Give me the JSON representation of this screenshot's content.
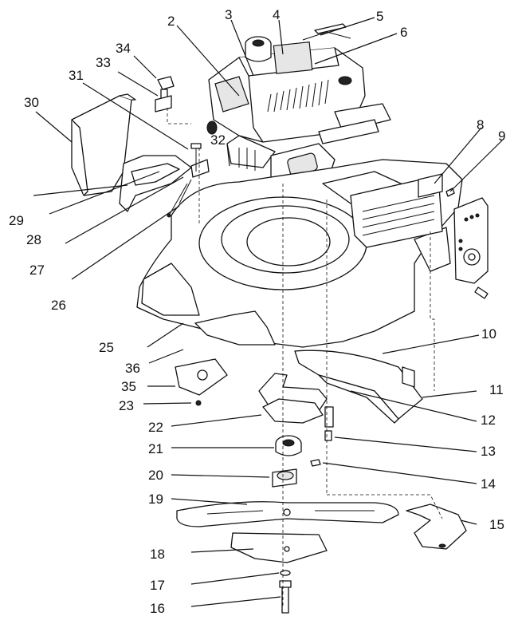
{
  "callouts": [
    {
      "id": "c2",
      "text": "2"
    },
    {
      "id": "c3",
      "text": "3"
    },
    {
      "id": "c4",
      "text": "4"
    },
    {
      "id": "c5",
      "text": "5"
    },
    {
      "id": "c6",
      "text": "6"
    },
    {
      "id": "c8",
      "text": "8"
    },
    {
      "id": "c9",
      "text": "9"
    },
    {
      "id": "c10",
      "text": "10"
    },
    {
      "id": "c11",
      "text": "11"
    },
    {
      "id": "c12",
      "text": "12"
    },
    {
      "id": "c13",
      "text": "13"
    },
    {
      "id": "c14",
      "text": "14"
    },
    {
      "id": "c15",
      "text": "15"
    },
    {
      "id": "c16",
      "text": "16"
    },
    {
      "id": "c17",
      "text": "17"
    },
    {
      "id": "c18",
      "text": "18"
    },
    {
      "id": "c19",
      "text": "19"
    },
    {
      "id": "c20",
      "text": "20"
    },
    {
      "id": "c21",
      "text": "21"
    },
    {
      "id": "c22",
      "text": "22"
    },
    {
      "id": "c23",
      "text": "23"
    },
    {
      "id": "c25",
      "text": "25"
    },
    {
      "id": "c26",
      "text": "26"
    },
    {
      "id": "c27",
      "text": "27"
    },
    {
      "id": "c28",
      "text": "28"
    },
    {
      "id": "c29",
      "text": "29"
    },
    {
      "id": "c30",
      "text": "30"
    },
    {
      "id": "c31",
      "text": "31"
    },
    {
      "id": "c32",
      "text": "32"
    },
    {
      "id": "c33",
      "text": "33"
    },
    {
      "id": "c34",
      "text": "34"
    },
    {
      "id": "c35",
      "text": "35"
    },
    {
      "id": "c36",
      "text": "36"
    }
  ]
}
